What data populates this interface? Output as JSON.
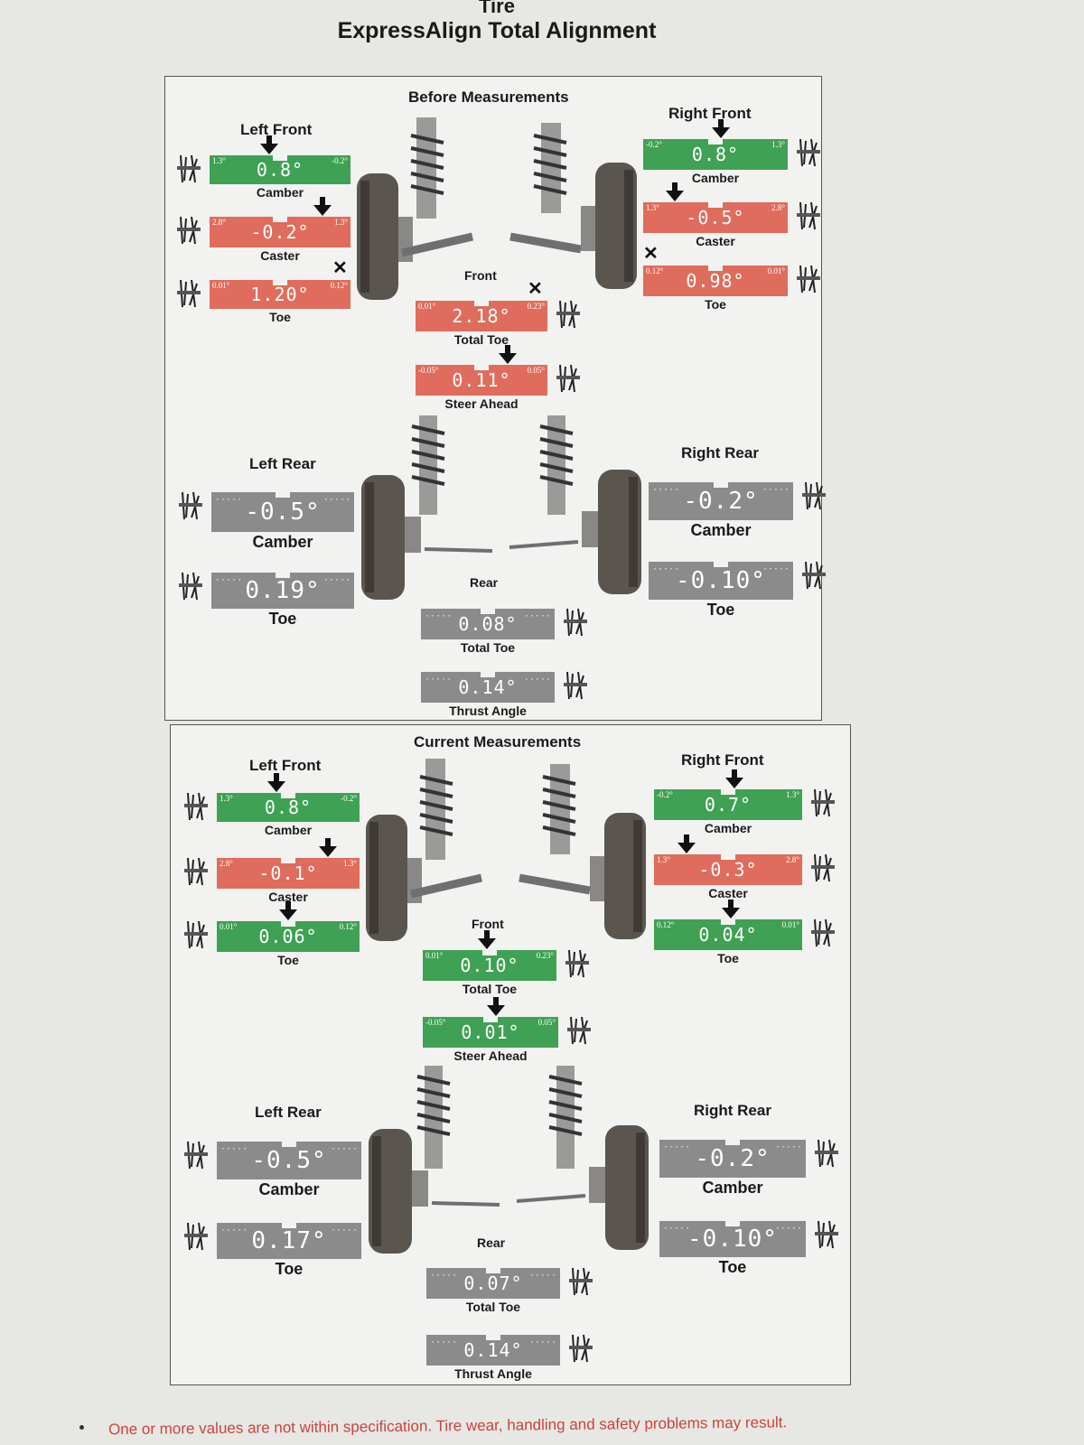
{
  "header": {
    "line1": "Tire",
    "line2": "ExpressAlign Total Alignment"
  },
  "footer": "One or more values are not within specification.  Tire wear, handling and safety problems may result.",
  "colors": {
    "in_spec": "#3fa153",
    "out_of_spec": "#df6c5c",
    "no_spec": "#8b8b8b"
  },
  "before": {
    "title": "Before Measurements",
    "front_label": "Front",
    "rear_label": "Rear",
    "left_front": {
      "label": "Left Front",
      "camber": {
        "name": "Camber",
        "value": "0.8°",
        "min": "1.3°",
        "max": "-0.2°",
        "status": "in"
      },
      "caster": {
        "name": "Caster",
        "value": "-0.2°",
        "min": "2.8°",
        "max": "1.3°",
        "status": "out"
      },
      "toe": {
        "name": "Toe",
        "value": "1.20°",
        "min": "0.01°",
        "max": "0.12°",
        "status": "out"
      }
    },
    "right_front": {
      "label": "Right Front",
      "camber": {
        "name": "Camber",
        "value": "0.8°",
        "min": "-0.2°",
        "max": "1.3°",
        "status": "in"
      },
      "caster": {
        "name": "Caster",
        "value": "-0.5°",
        "min": "1.3°",
        "max": "2.8°",
        "status": "out"
      },
      "toe": {
        "name": "Toe",
        "value": "0.98°",
        "min": "0.12°",
        "max": "0.01°",
        "status": "out"
      }
    },
    "total_toe_front": {
      "name": "Total Toe",
      "value": "2.18°",
      "min": "0.01°",
      "max": "0.23°",
      "status": "out"
    },
    "steer_ahead": {
      "name": "Steer Ahead",
      "value": "0.11°",
      "min": "-0.05°",
      "max": "0.05°",
      "status": "out"
    },
    "left_rear": {
      "label": "Left Rear",
      "camber": {
        "name": "Camber",
        "value": "-0.5°"
      },
      "toe": {
        "name": "Toe",
        "value": "0.19°"
      }
    },
    "right_rear": {
      "label": "Right Rear",
      "camber": {
        "name": "Camber",
        "value": "-0.2°"
      },
      "toe": {
        "name": "Toe",
        "value": "-0.10°"
      }
    },
    "total_toe_rear": {
      "name": "Total Toe",
      "value": "0.08°"
    },
    "thrust_angle": {
      "name": "Thrust Angle",
      "value": "0.14°"
    }
  },
  "current": {
    "title": "Current Measurements",
    "front_label": "Front",
    "rear_label": "Rear",
    "left_front": {
      "label": "Left Front",
      "camber": {
        "name": "Camber",
        "value": "0.8°",
        "min": "1.3°",
        "max": "-0.2°",
        "status": "in"
      },
      "caster": {
        "name": "Caster",
        "value": "-0.1°",
        "min": "2.8°",
        "max": "1.3°",
        "status": "out"
      },
      "toe": {
        "name": "Toe",
        "value": "0.06°",
        "min": "0.01°",
        "max": "0.12°",
        "status": "in"
      }
    },
    "right_front": {
      "label": "Right Front",
      "camber": {
        "name": "Camber",
        "value": "0.7°",
        "min": "-0.2°",
        "max": "1.3°",
        "status": "in"
      },
      "caster": {
        "name": "Caster",
        "value": "-0.3°",
        "min": "1.3°",
        "max": "2.8°",
        "status": "out"
      },
      "toe": {
        "name": "Toe",
        "value": "0.04°",
        "min": "0.12°",
        "max": "0.01°",
        "status": "in"
      }
    },
    "total_toe_front": {
      "name": "Total Toe",
      "value": "0.10°",
      "min": "0.01°",
      "max": "0.23°",
      "status": "in"
    },
    "steer_ahead": {
      "name": "Steer Ahead",
      "value": "0.01°",
      "min": "-0.05°",
      "max": "0.05°",
      "status": "in"
    },
    "left_rear": {
      "label": "Left Rear",
      "camber": {
        "name": "Camber",
        "value": "-0.5°"
      },
      "toe": {
        "name": "Toe",
        "value": "0.17°"
      }
    },
    "right_rear": {
      "label": "Right Rear",
      "camber": {
        "name": "Camber",
        "value": "-0.2°"
      },
      "toe": {
        "name": "Toe",
        "value": "-0.10°"
      }
    },
    "total_toe_rear": {
      "name": "Total Toe",
      "value": "0.07°"
    },
    "thrust_angle": {
      "name": "Thrust Angle",
      "value": "0.14°"
    }
  }
}
